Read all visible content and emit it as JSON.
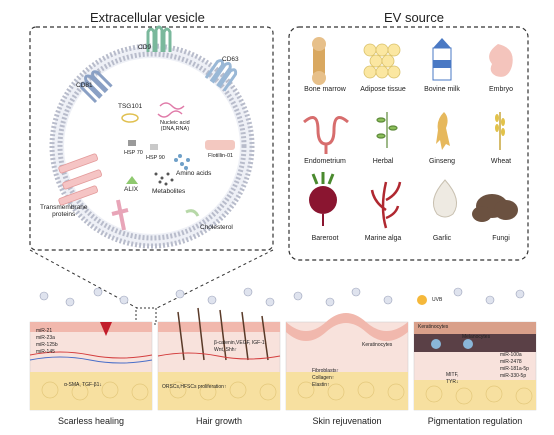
{
  "titles": {
    "ev": "Extracellular vesicle",
    "source": "EV source"
  },
  "vesicle_labels": {
    "cd9": "CD9",
    "cd63": "CD63",
    "cd81": "CD81",
    "tsg101": "TSG101",
    "nucleic": "Nucleic acid\n(DNA,RNA)",
    "hsp70": "HSP 70",
    "hsp90": "HSP 90",
    "flotillin": "Flotillin-01",
    "alix": "ALIX",
    "amino": "Amino acids",
    "metabolites": "Metabolites",
    "transmembrane": "Transmembrane\nproteins",
    "cholesterol": "Cholesterol"
  },
  "sources": [
    {
      "label": "Bone marrow",
      "icon": "bone-marrow-icon"
    },
    {
      "label": "Adipose tissue",
      "icon": "adipose-tissue-icon"
    },
    {
      "label": "Bovine milk",
      "icon": "milk-carton-icon"
    },
    {
      "label": "Embryo",
      "icon": "embryo-icon"
    },
    {
      "label": "Endometrium",
      "icon": "uterus-icon"
    },
    {
      "label": "Herbal",
      "icon": "herb-icon"
    },
    {
      "label": "Ginseng",
      "icon": "ginseng-icon"
    },
    {
      "label": "Wheat",
      "icon": "wheat-icon"
    },
    {
      "label": "Bareroot",
      "icon": "beetroot-icon"
    },
    {
      "label": "Marine alga",
      "icon": "alga-icon"
    },
    {
      "label": "Garlic",
      "icon": "garlic-icon"
    },
    {
      "label": "Fungi",
      "icon": "fungi-icon"
    }
  ],
  "applications": [
    {
      "label": "Scarless healing",
      "notes": [
        "miR-21",
        "miR-23a",
        "miR-125b",
        "miR-145",
        "α-SMA, TGF-β1↓"
      ]
    },
    {
      "label": "Hair growth",
      "notes": [
        "β-catenin,VEGF, IGF-1",
        "Wnt, Shh↑",
        "ORSCs,HFSCs proliferation↑"
      ]
    },
    {
      "label": "Skin rejuvenation",
      "notes": [
        "Keratinocytes",
        "Fibroblasts↑",
        "Collagen↑",
        "Elastin↑"
      ]
    },
    {
      "label": "Pigmentation regulation",
      "notes": [
        "UVB",
        "Keratinocytes",
        "Melanocytes",
        "miR-100a",
        "miR-2478",
        "miR-181a-5p",
        "miR-330-5p",
        "MITF,",
        "TYR↓"
      ]
    }
  ],
  "colors": {
    "membrane": "#c9c9d6",
    "vesicle_fill": "#ffffff",
    "skin_top": "#f3c9c0",
    "fat": "#f5d98a",
    "dermis": "#f8e2dc"
  }
}
